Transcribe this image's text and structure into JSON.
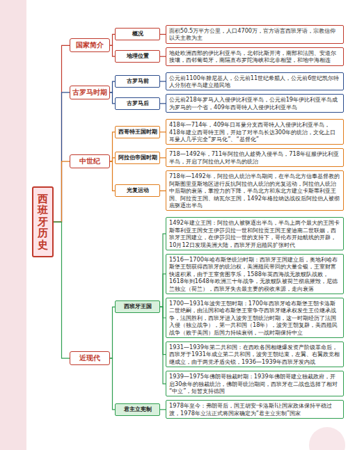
{
  "diagram": {
    "nodes": [
      {
        "text": [
          "西班牙历史"
        ]
      },
      {
        "text": [
          "国家简介"
        ]
      },
      {
        "text": [
          "概况"
        ]
      },
      {
        "text": [
          "面积50.5万平方公里，人口4700万，官方语言西班牙语，宗教信仰以天主教为主"
        ]
      },
      {
        "text": [
          "地理位置"
        ]
      },
      {
        "text": [
          "地处欧洲西部的伊比利亚半岛，北邻比斯开湾，南部和法国、安道尔接壤，西邻葡萄牙，南隔直布罗陀海峡和北非相望，和地中海相连"
        ]
      },
      {
        "text": [
          "古罗马时期"
        ]
      },
      {
        "text": [
          "古罗马前"
        ]
      },
      {
        "text": [
          "公元前1100年腓尼基人，公元前11世纪希腊人，公元前6世纪凯尔特人分别在半岛建立殖民地"
        ]
      },
      {
        "text": [
          "古罗马后"
        ]
      },
      {
        "text": [
          "公元前218年罗马人入侵伊比利亚半岛，公元前19年伊比利亚半岛成为罗马的一个省，409年西哥特人入侵伊比利亚半岛"
        ]
      },
      {
        "text": [
          "中世纪"
        ]
      },
      {
        "text": [
          "西哥特王国时期"
        ]
      },
      {
        "text": [
          "418年—714年，409年日耳曼分支西哥特人入侵伊比利亚半岛，418年建立西哥特王国，开始了对半岛长达300年的统治，文化上日耳曼人几乎完全“罗马化”、“基督化”"
        ]
      },
      {
        "text": [
          "阿拉伯帝国时期"
        ]
      },
      {
        "text": [
          "718—1492年，711年阿拉伯人趁势入侵半岛，718年征服伊比利亚半岛，开启了阿拉伯人对半岛的统治"
        ]
      },
      {
        "text": [
          "光复运动"
        ]
      },
      {
        "text": [
          "718年—1492年，阿拉伯人统治半岛期间，在半岛北方信奉基督教的阿斯图里亚斯地区进行反抗阿拉伯人统治的光复运动，阿拉伯人统治中后期的衰落，掌控力的下降，半岛北方和东北方建立卡斯蒂利亚王国、阿拉贡王国、纳瓦尔王国，1492年格拉纳达战役后阿拉伯人被彻底驱逐出半岛"
        ]
      },
      {
        "text": [
          "近现代"
        ]
      },
      {
        "text": [
          "西班牙王国"
        ]
      },
      {
        "text": [
          "1492年建立王国：阿拉伯人被驱逐出半岛，半岛上两个最大的王国卡斯蒂利亚王国女王伊莎贝拉一世和阿拉贡王国王斐迪南二世联姻，西班牙王国建立，在伊莎贝拉一世的支持下，哥伦布开始航线的开辟，10月12日发现美洲大陆，西班牙开启殖民扩张时代"
        ]
      },
      {
        "text": [
          "1516—1700年哈布斯堡统治时期：西班牙王国建立后，奥地利哈布斯堡王朝获得西班牙的统治权，美洲殖民带回的大量金银，王室财富快速积累，由于王室贪图享乐，1588年英西海战无敌舰队战败，1618年到1648年欧洲三十年战争，无敌舰队被荷兰彻底摧毁，尼德兰独立（荷兰），西班牙失去最主要的税收来源，走向衰落"
        ]
      },
      {
        "text": [
          "1700—1931年波旁王朝时期：1700年西班牙哈布斯堡王朝卡洛斯二世绝嗣，由法国和哈布斯堡王室争夺西班牙继承权发生王位继承战争，法国胜利，西班牙进入波旁王朝统治时期，这一时期经历了法国入侵（独立战争），第一共和国（18年），波旁王朝复辟，美西殖民战争（败于美国）后国力持续衰弱，一战时期保持中立"
        ]
      },
      {
        "text": [
          "1931—1939年第二共和国：在西欧各国相继爆发资产阶级革命后，西班牙于1931年成立第二共和国，波旁王朝结束，左翼、右翼政党相继成立，由于两党矛盾尖锐，1936—1939年西班牙发内战"
        ]
      },
      {
        "text": [
          "1939—1975年佛朗哥独裁时期：1939年佛朗哥建立独裁政府，开启30余年的独裁统治，佛朗哥统治期间，西班牙在二战也选择了相对“中立”，短暂支持德国"
        ]
      },
      {
        "text": [
          "君主立宪制"
        ]
      },
      {
        "text": [
          "1978年至今：弗朗哥后，国王胡安·卡洛斯I让国家政体保持平稳过渡，1978年立法正式将国家确定为“君主立宪制”国家"
        ]
      }
    ],
    "edges": [
      {
        "from": 0,
        "to": 1,
        "arrow": "none"
      },
      {
        "from": 0,
        "to": 6,
        "arrow": "none"
      },
      {
        "from": 0,
        "to": 11,
        "arrow": "none"
      },
      {
        "from": 0,
        "to": 18,
        "arrow": "none"
      },
      {
        "from": 1,
        "to": 2,
        "arrow": "none"
      },
      {
        "from": 1,
        "to": 4,
        "arrow": "none"
      },
      {
        "from": 2,
        "to": 3,
        "arrow": "none"
      },
      {
        "from": 4,
        "to": 5,
        "arrow": "none"
      },
      {
        "from": 6,
        "to": 7,
        "arrow": "none"
      },
      {
        "from": 6,
        "to": 9,
        "arrow": "none"
      },
      {
        "from": 7,
        "to": 8,
        "arrow": "none"
      },
      {
        "from": 9,
        "to": 10,
        "arrow": "none"
      },
      {
        "from": 11,
        "to": 12,
        "arrow": "none"
      },
      {
        "from": 11,
        "to": 14,
        "arrow": "none"
      },
      {
        "from": 11,
        "to": 16,
        "arrow": "none"
      },
      {
        "from": 12,
        "to": 13,
        "arrow": "none"
      },
      {
        "from": 14,
        "to": 15,
        "arrow": "none"
      },
      {
        "from": 16,
        "to": 17,
        "arrow": "none"
      },
      {
        "from": 18,
        "to": 19,
        "arrow": "none"
      },
      {
        "from": 18,
        "to": 25,
        "arrow": "none"
      },
      {
        "from": 19,
        "to": 20,
        "arrow": "none"
      },
      {
        "from": 19,
        "to": 21,
        "arrow": "none"
      },
      {
        "from": 19,
        "to": 22,
        "arrow": "none"
      },
      {
        "from": 19,
        "to": 23,
        "arrow": "none"
      },
      {
        "from": 19,
        "to": 24,
        "arrow": "none"
      },
      {
        "from": 25,
        "to": 26,
        "arrow": "none"
      }
    ]
  }
}
